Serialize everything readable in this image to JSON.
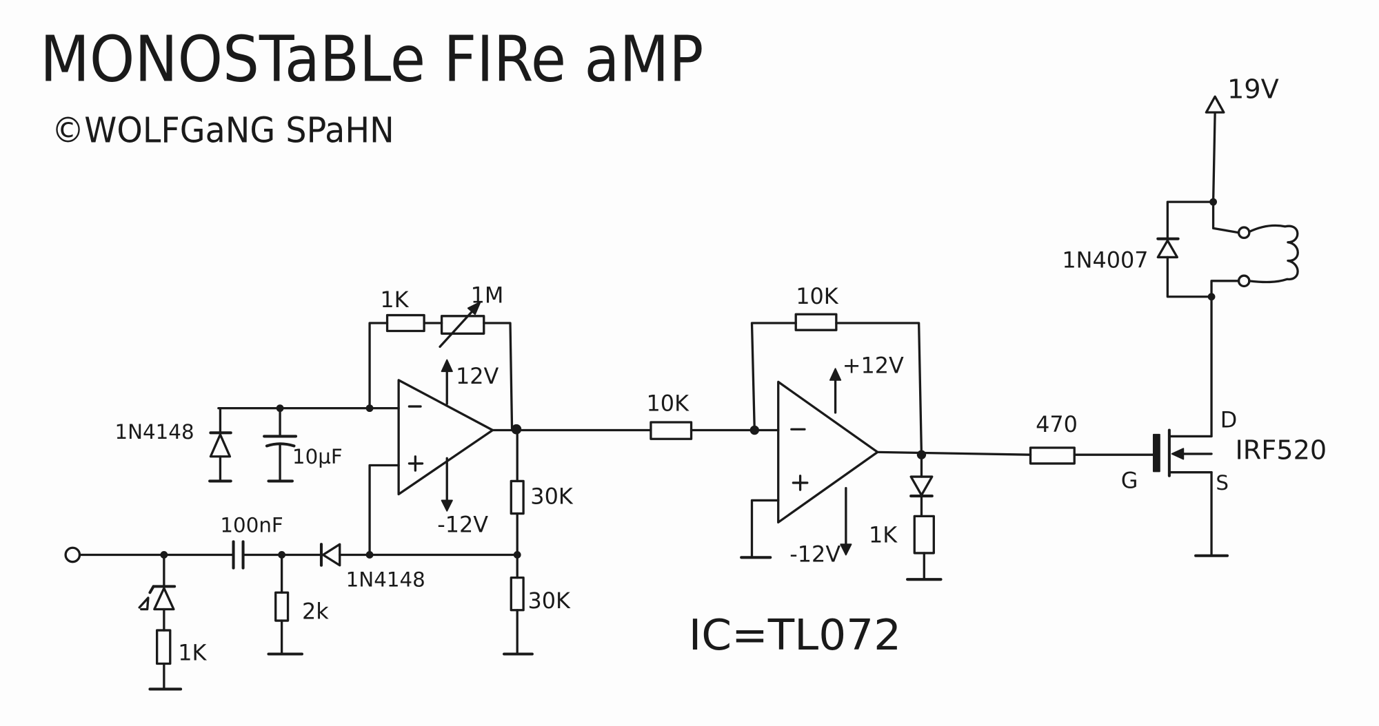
{
  "header": {
    "title": "MONOSTaBLe FIRe aMP",
    "author": "©WOLFGaNG SPaHN"
  },
  "trigger_input": {
    "coupling_cap": "100nF",
    "diode": "1N4148",
    "pulldown_resistor": "2k",
    "zener_resistor": "1K"
  },
  "stage1": {
    "feedback_resistor": "1K",
    "potentiometer": "1M",
    "supply_pos": "12V",
    "supply_neg": "-12V",
    "clamp_diode": "1N4148",
    "timing_cap": "10µF",
    "divider_top": "30K",
    "divider_bottom": "30K"
  },
  "stage2": {
    "input_resistor": "10K",
    "feedback_resistor": "10K",
    "supply_pos": "+12V",
    "supply_neg": "-12V",
    "led_resistor": "1K"
  },
  "output_stage": {
    "gate_resistor": "470",
    "mosfet": "IRF520",
    "pin_drain": "D",
    "pin_gate": "G",
    "pin_source": "S",
    "flyback_diode": "1N4007",
    "supply": "19V"
  },
  "footer": {
    "ic_note": "IC=TL072"
  },
  "colors": {
    "ink": "#1a1a1a",
    "paper": "#fdfdfd"
  }
}
